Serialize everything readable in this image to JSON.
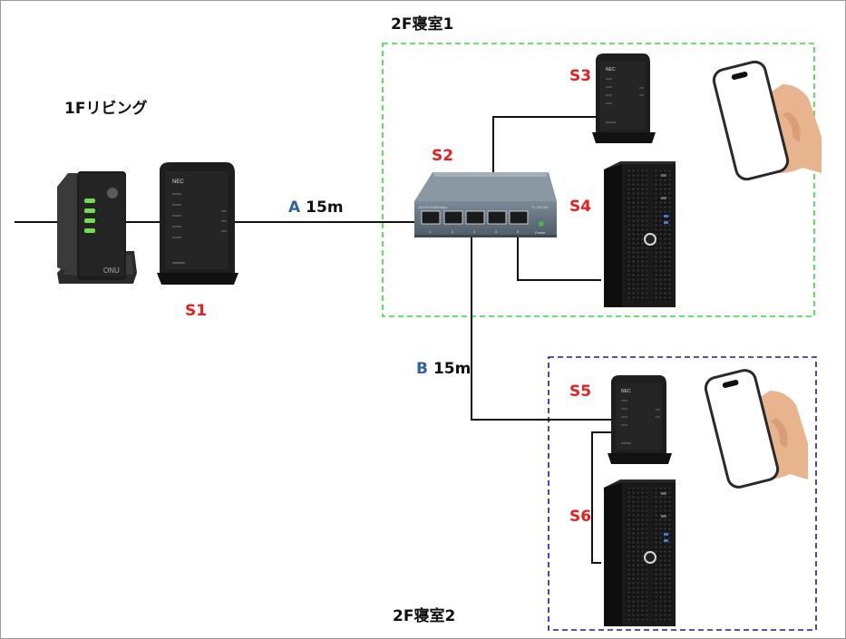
{
  "rooms": {
    "living": "1Fリビング",
    "bedroom1": "2F寝室1",
    "bedroom2": "2F寝室2"
  },
  "devices": {
    "s1": "S1",
    "s2": "S2",
    "s3": "S3",
    "s4": "S4",
    "s5": "S5",
    "s6": "S6",
    "onu_label": "ONU",
    "router_brand": "NEC",
    "switch_model": "TL-SG105",
    "switch_power": "Power",
    "switch_ports": [
      "1",
      "2",
      "3",
      "4",
      "5"
    ]
  },
  "cables": {
    "a_letter": "A",
    "a_length": "15m",
    "b_letter": "B",
    "b_length": "15m"
  },
  "colors": {
    "bedroom1_border": "#33dd33",
    "bedroom2_border": "#1a1aaa",
    "device_label": "#ee1c1c",
    "cable_letter": "#2f62a9",
    "onu_led": "#6fe04a",
    "switch_body": "#5c6c78"
  },
  "icons": [
    "onu-icon",
    "wifi-router-icon",
    "switch-icon",
    "tower-pc-icon",
    "smartphone-icon",
    "hand-icon"
  ]
}
